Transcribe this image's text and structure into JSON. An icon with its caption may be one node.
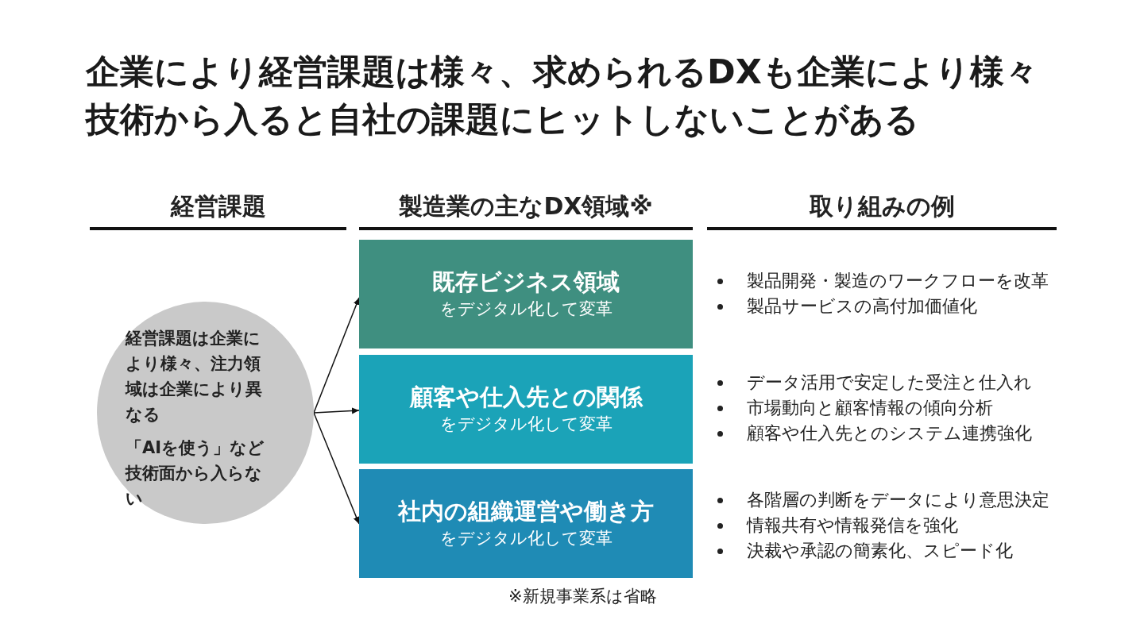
{
  "diagram": {
    "title": "企業により経営課題は様々、求められるDXも企業により様々技術から入ると自社の課題にヒットしないことがある",
    "nodes": [
      {
        "text": [
          "経営課題は企業により様々、注力領域は企業により異なる",
          "「AIを使う」など技術面から入らない"
        ]
      },
      {
        "text": [
          "既存ビジネス領域",
          "をデジタル化して変革"
        ],
        "beside": [
          "製品開発・製造のワークフローを改革",
          "製品サービスの高付加価値化"
        ]
      },
      {
        "text": [
          "顧客や仕入先との関係",
          "をデジタル化して変革"
        ],
        "beside": [
          "データ活用で安定した受注と仕入れ",
          "市場動向と顧客情報の傾向分析",
          "顧客や仕入先とのシステム連携強化"
        ]
      },
      {
        "text": [
          "社内の組織運営や働き方",
          "をデジタル化して変革"
        ],
        "beside": [
          "各階層の判断をデータにより意思決定",
          "情報共有や情報発信を強化",
          "決裁や承認の簡素化、スピード化"
        ]
      }
    ],
    "edges": [
      {
        "from": 0,
        "to": 1,
        "arrow": "to"
      },
      {
        "from": 0,
        "to": 2,
        "arrow": "to"
      },
      {
        "from": 0,
        "to": 3,
        "arrow": "to"
      }
    ],
    "labels": [
      "経営課題",
      "製造業の主なDX領域※",
      "取り組みの例",
      "※新規事業系は省略"
    ]
  }
}
